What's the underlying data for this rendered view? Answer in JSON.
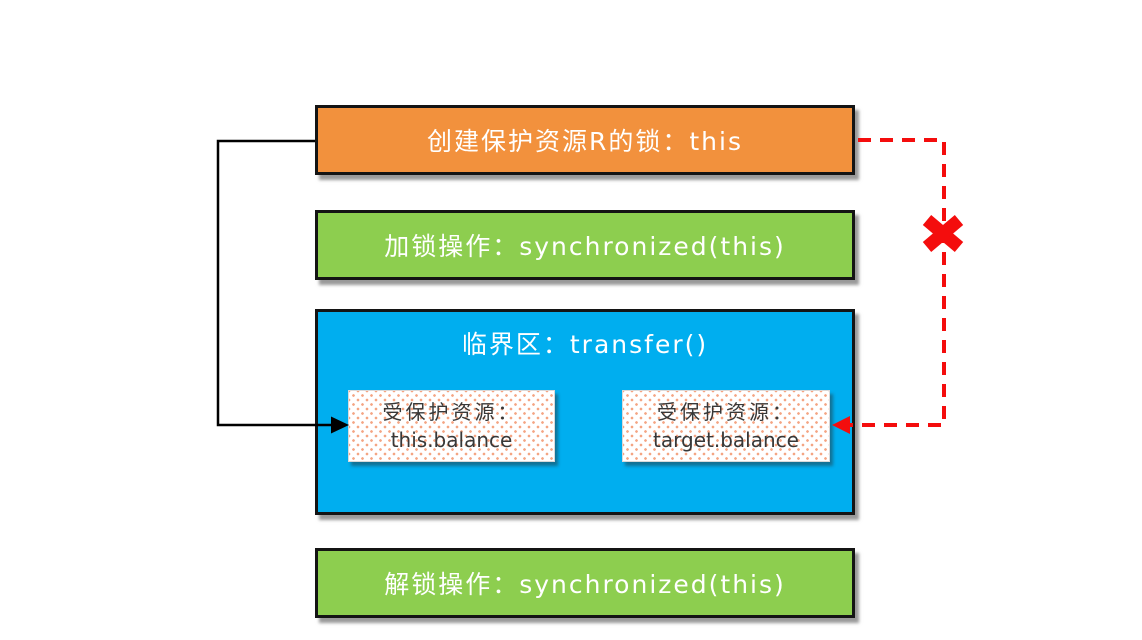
{
  "boxes": {
    "create_lock": {
      "label": "创建保护资源R的锁：this",
      "color": "#F2913D"
    },
    "lock_operation": {
      "label": "加锁操作：synchronized(this)",
      "color": "#8DCE4F"
    },
    "critical_section": {
      "title": "临界区：transfer()",
      "color": "#00AEEF"
    },
    "resource_this": {
      "line1": "受保护资源：",
      "line2": "this.balance"
    },
    "resource_target": {
      "line1": "受保护资源：",
      "line2": "target.balance"
    },
    "unlock_operation": {
      "label": "解锁操作：synchronized(this)",
      "color": "#8DCE4F"
    }
  },
  "connectors": {
    "black_solid_arrow": {
      "from": "创建保护资源R的锁：this",
      "to": "this.balance",
      "line_style": "solid",
      "color": "#000000"
    },
    "red_dashed_arrow": {
      "from": "创建保护资源R的锁：this",
      "to": "target.balance",
      "line_style": "dashed",
      "color": "#F40D0D",
      "blocked_icon": "heavy-x"
    }
  },
  "colors": {
    "orange": "#F2913D",
    "green": "#8DCE4F",
    "blue": "#00AEEF",
    "red": "#F40D0D",
    "box_border": "#141414",
    "dot_pattern": "#F4A583",
    "resource_text": "#383838"
  }
}
